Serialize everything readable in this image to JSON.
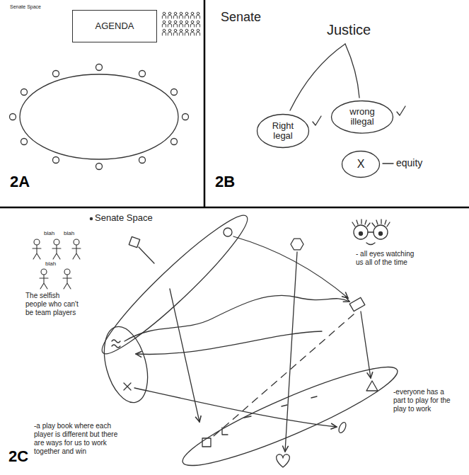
{
  "diagram": {
    "nodes": [
      {
        "text": [
          "AGENDA"
        ]
      },
      {
        "text": [
          "Right legal"
        ]
      },
      {
        "text": [
          "wrong illegal"
        ]
      },
      {
        "text": [
          "X"
        ]
      }
    ],
    "labels": [
      "Senate Space",
      "2A",
      "Senate",
      "Justice",
      "equity",
      "2B",
      "Senate Space",
      "blah",
      "blah",
      "blah",
      "The selfish people who can't be team players",
      "- all eyes watching us all of the time",
      "-everyone has a part to play for the play to work",
      "-a play book where each player is different but there are ways for us to work together and win",
      "2C"
    ]
  }
}
